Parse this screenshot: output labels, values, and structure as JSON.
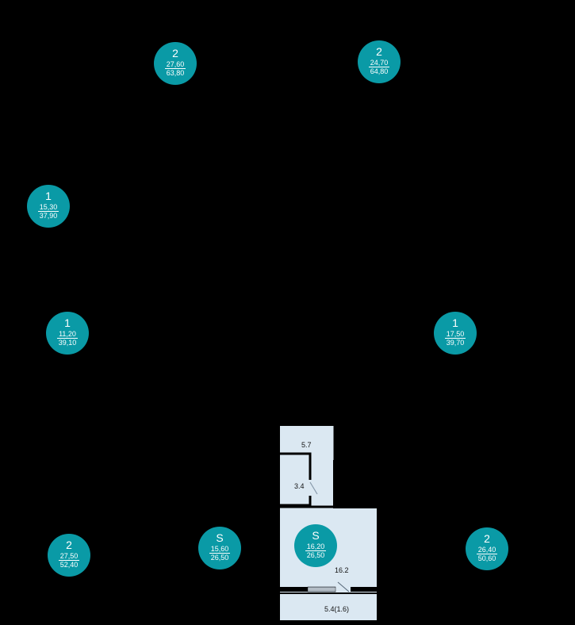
{
  "badges": [
    {
      "type": "2",
      "living": "27,60",
      "total": "63,80"
    },
    {
      "type": "2",
      "living": "24,70",
      "total": "64,80"
    },
    {
      "type": "1",
      "living": "15,30",
      "total": "37,90"
    },
    {
      "type": "1",
      "living": "11,20",
      "total": "39,10"
    },
    {
      "type": "1",
      "living": "17,50",
      "total": "39,70"
    },
    {
      "type": "2",
      "living": "27,50",
      "total": "52,40"
    },
    {
      "type": "S",
      "living": "15,60",
      "total": "26,50"
    },
    {
      "type": "S",
      "living": "16,20",
      "total": "26,50"
    },
    {
      "type": "2",
      "living": "26,40",
      "total": "50,60"
    }
  ],
  "plan": {
    "rooms": [
      {
        "label": "5.7"
      },
      {
        "label": "3.4"
      },
      {
        "label": "16.2"
      },
      {
        "label": "5.4(1.6)"
      }
    ]
  },
  "colors": {
    "badge": "#0a9aa6",
    "room_fill": "#dbe8f2",
    "wall": "#000000"
  }
}
